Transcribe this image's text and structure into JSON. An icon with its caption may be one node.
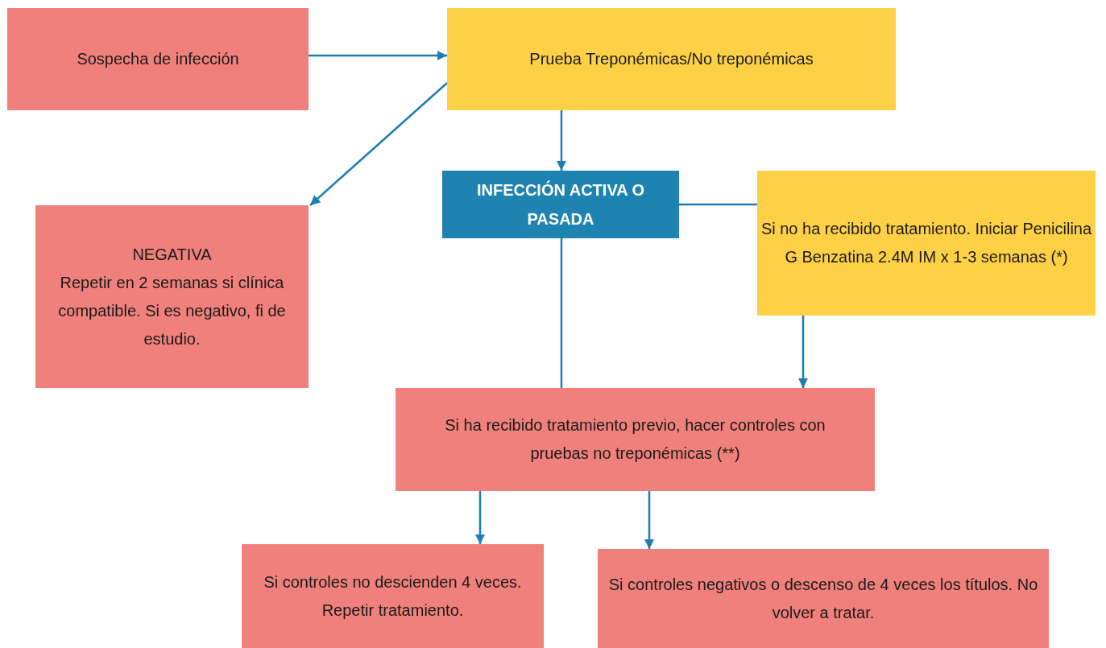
{
  "diagram": {
    "nodes": [
      {
        "text": [
          "Sospecha de infección"
        ]
      },
      {
        "text": [
          "Prueba Treponémicas/No treponémicas"
        ]
      },
      {
        "text": [
          "NEGATIVA",
          "Repetir en 2 semanas si clínica compatible. Si es negativo, fi de estudio."
        ]
      },
      {
        "text": [
          "INFECCIÓN ACTIVA O PASADA"
        ]
      },
      {
        "text": [
          "Si no ha recibido tratamiento. Iniciar Penicilina G Benzatina 2.4M IM x 1-3 semanas (*)"
        ]
      },
      {
        "text": [
          "Si ha recibido tratamiento previo, hacer controles con pruebas no treponémicas (**)"
        ]
      },
      {
        "text": [
          "Si controles no descienden 4 veces. Repetir tratamiento."
        ]
      },
      {
        "text": [
          "Si controles negativos o descenso de 4 veces los títulos. No volver a tratar."
        ]
      }
    ],
    "edges": [
      {
        "from": 0,
        "to": 1,
        "arrow": "to"
      },
      {
        "from": 1,
        "to": 2,
        "arrow": "to"
      },
      {
        "from": 1,
        "to": 3,
        "arrow": "to"
      },
      {
        "from": 3,
        "to": 4,
        "arrow": "none"
      },
      {
        "from": 3,
        "to": 5,
        "arrow": "none"
      },
      {
        "from": 4,
        "to": 5,
        "arrow": "to"
      },
      {
        "from": 5,
        "to": 6,
        "arrow": "to"
      },
      {
        "from": 5,
        "to": 7,
        "arrow": "to"
      }
    ]
  }
}
